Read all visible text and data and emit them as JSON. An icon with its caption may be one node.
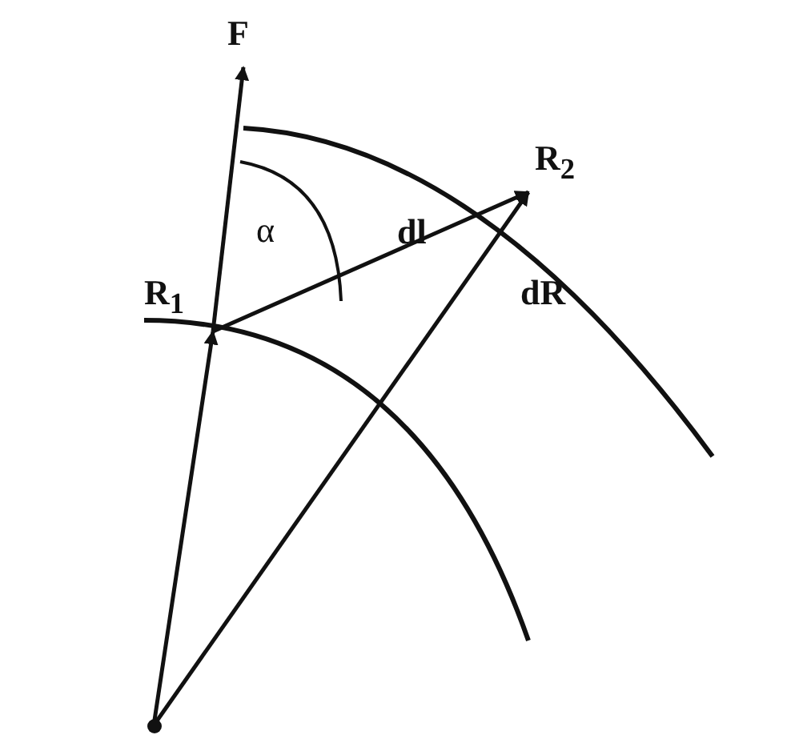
{
  "diagram": {
    "nodes": [
      {
        "text": [],
        "shape": "circle"
      },
      {
        "text": [
          "R$_{1}$"
        ]
      },
      {
        "text": [
          "R$_{2}$"
        ]
      },
      {
        "text": [
          "F"
        ]
      }
    ],
    "edges": [
      {
        "from": 0,
        "to": 1,
        "arrow": "to"
      },
      {
        "from": 0,
        "to": 2,
        "arrow": "to"
      },
      {
        "from": 1,
        "to": 2,
        "arrow": "to",
        "label": "dl"
      },
      {
        "from": 1,
        "to": 3,
        "arrow": "to"
      }
    ],
    "labels": [
      "α",
      "dR"
    ]
  }
}
